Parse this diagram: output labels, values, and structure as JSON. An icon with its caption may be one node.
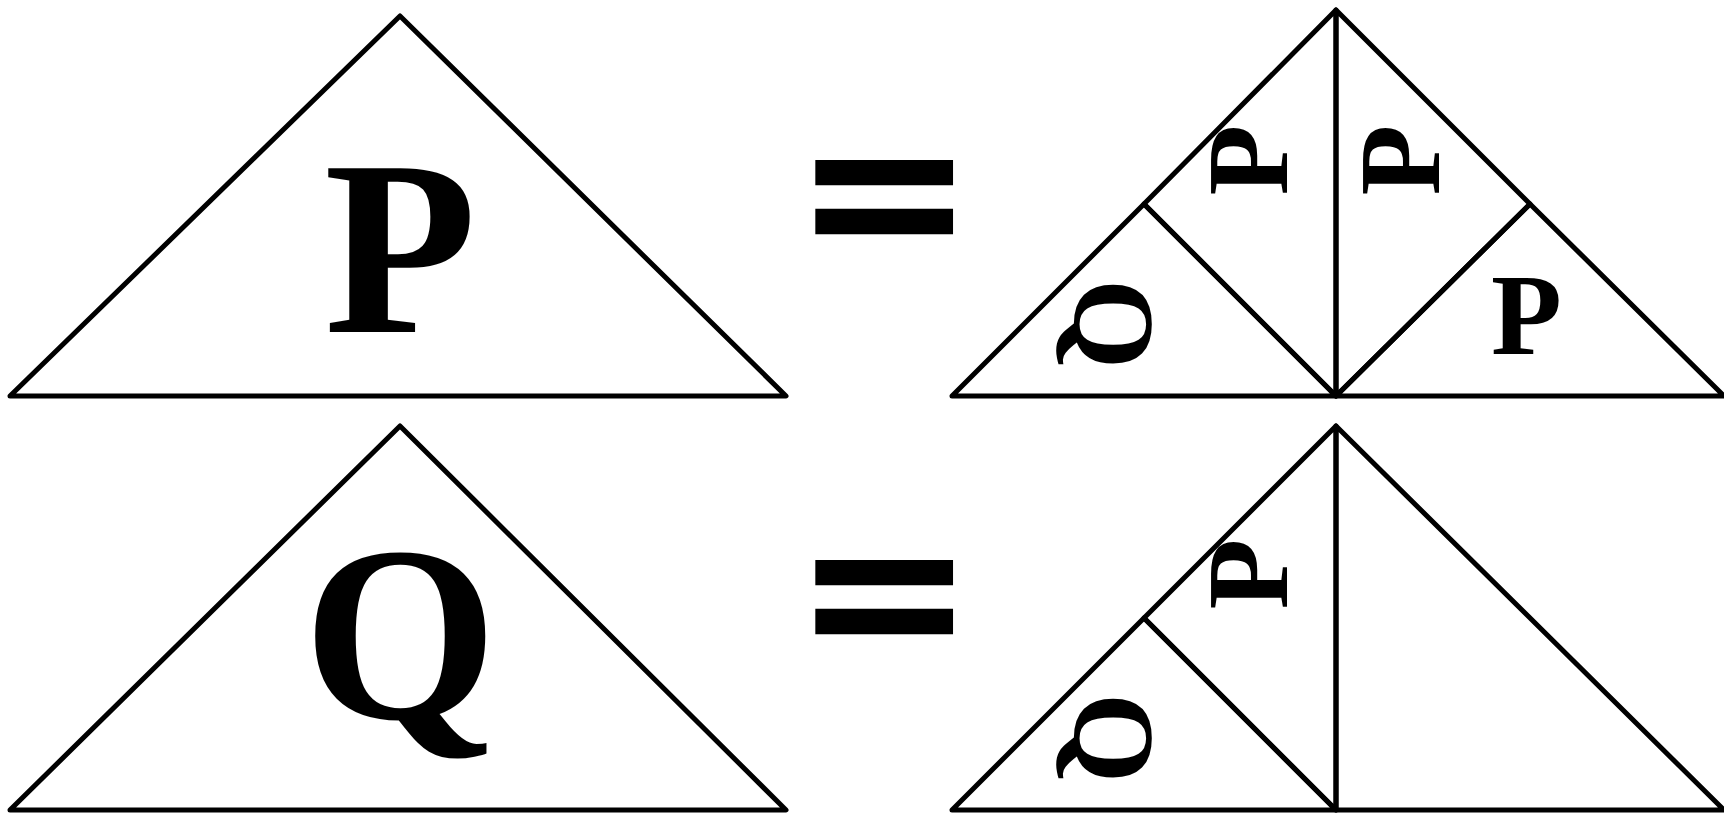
{
  "diagram": {
    "nodes": [
      {
        "text": [
          "P"
        ]
      },
      {
        "text": [
          "Q"
        ]
      },
      {
        "text": [
          "P"
        ]
      },
      {
        "text": [
          "P"
        ]
      },
      {
        "text": [
          "P"
        ]
      },
      {
        "text": [
          "Q"
        ]
      },
      {
        "text": [
          "Q"
        ]
      },
      {
        "text": [
          "P"
        ]
      },
      {
        "text": [],
        "shape": "triangle"
      }
    ],
    "edges": [],
    "labels": [
      "=",
      "="
    ]
  }
}
